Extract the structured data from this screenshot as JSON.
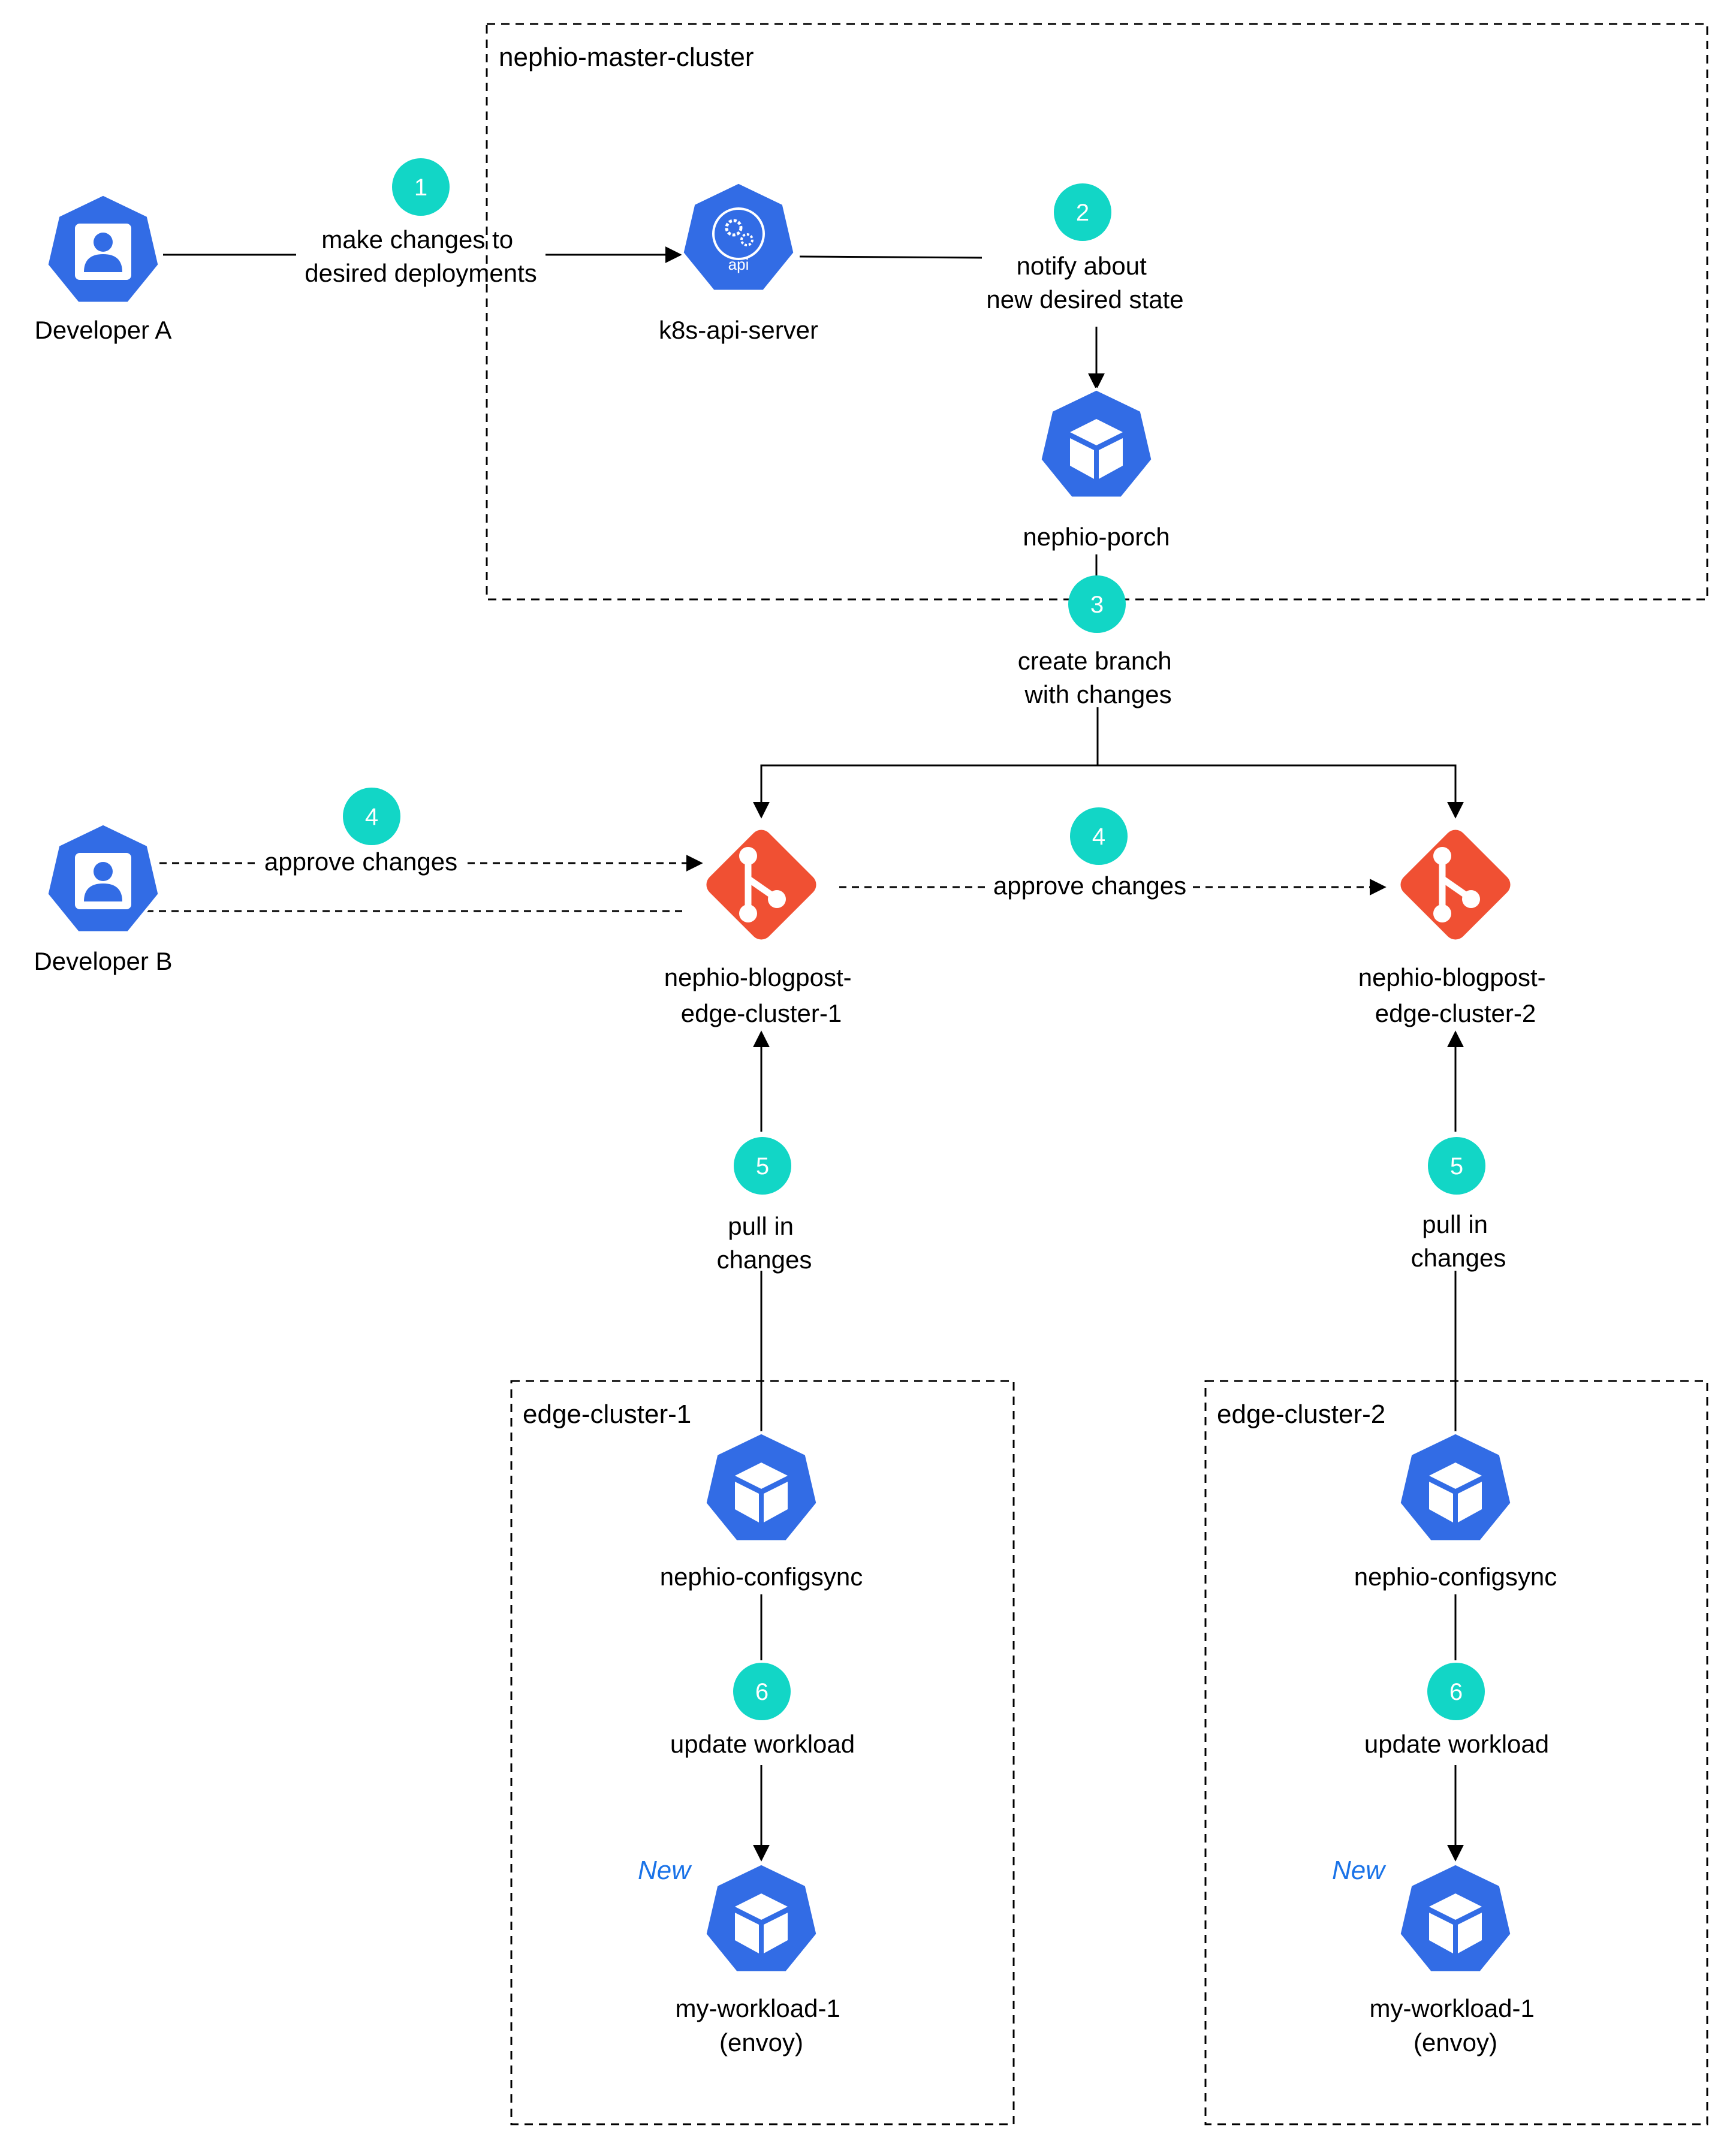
{
  "colors": {
    "k8s_blue": "#326ce5",
    "git_red": "#f05033",
    "badge_teal": "#12d6c6",
    "new_blue": "#1a73e8",
    "line": "#000000"
  },
  "groups": {
    "master": "nephio-master-cluster",
    "edge1": "edge-cluster-1",
    "edge2": "edge-cluster-2"
  },
  "nodes": {
    "developer_a": "Developer A",
    "developer_b": "Developer B",
    "api_server": "k8s-api-server",
    "api_icon_text": "api",
    "porch": "nephio-porch",
    "repo1": [
      "nephio-blogpost-",
      "edge-cluster-1"
    ],
    "repo2": [
      "nephio-blogpost-",
      "edge-cluster-2"
    ],
    "configsync1": "nephio-configsync",
    "configsync2": "nephio-configsync",
    "workload1": [
      "my-workload-1",
      "(envoy)"
    ],
    "workload2": [
      "my-workload-1",
      "(envoy)"
    ],
    "new_tag": "New"
  },
  "steps": [
    {
      "num": "1",
      "label": [
        "make changes to",
        "desired deployments"
      ]
    },
    {
      "num": "2",
      "label": [
        "notify about",
        "new desired state"
      ]
    },
    {
      "num": "3",
      "label": [
        "create branch",
        "with changes"
      ]
    },
    {
      "num": "4",
      "label": [
        "approve changes"
      ]
    },
    {
      "num": "4",
      "label": [
        "approve changes"
      ]
    },
    {
      "num": "5",
      "label": [
        "pull in",
        "changes"
      ]
    },
    {
      "num": "5",
      "label": [
        "pull in",
        "changes"
      ]
    },
    {
      "num": "6",
      "label": [
        "update workload"
      ]
    },
    {
      "num": "6",
      "label": [
        "update workload"
      ]
    }
  ],
  "icons": {
    "developer": "user-icon",
    "api_server": "k8s-api-icon",
    "pod": "k8s-pod-cube-icon",
    "repo": "git-icon"
  }
}
